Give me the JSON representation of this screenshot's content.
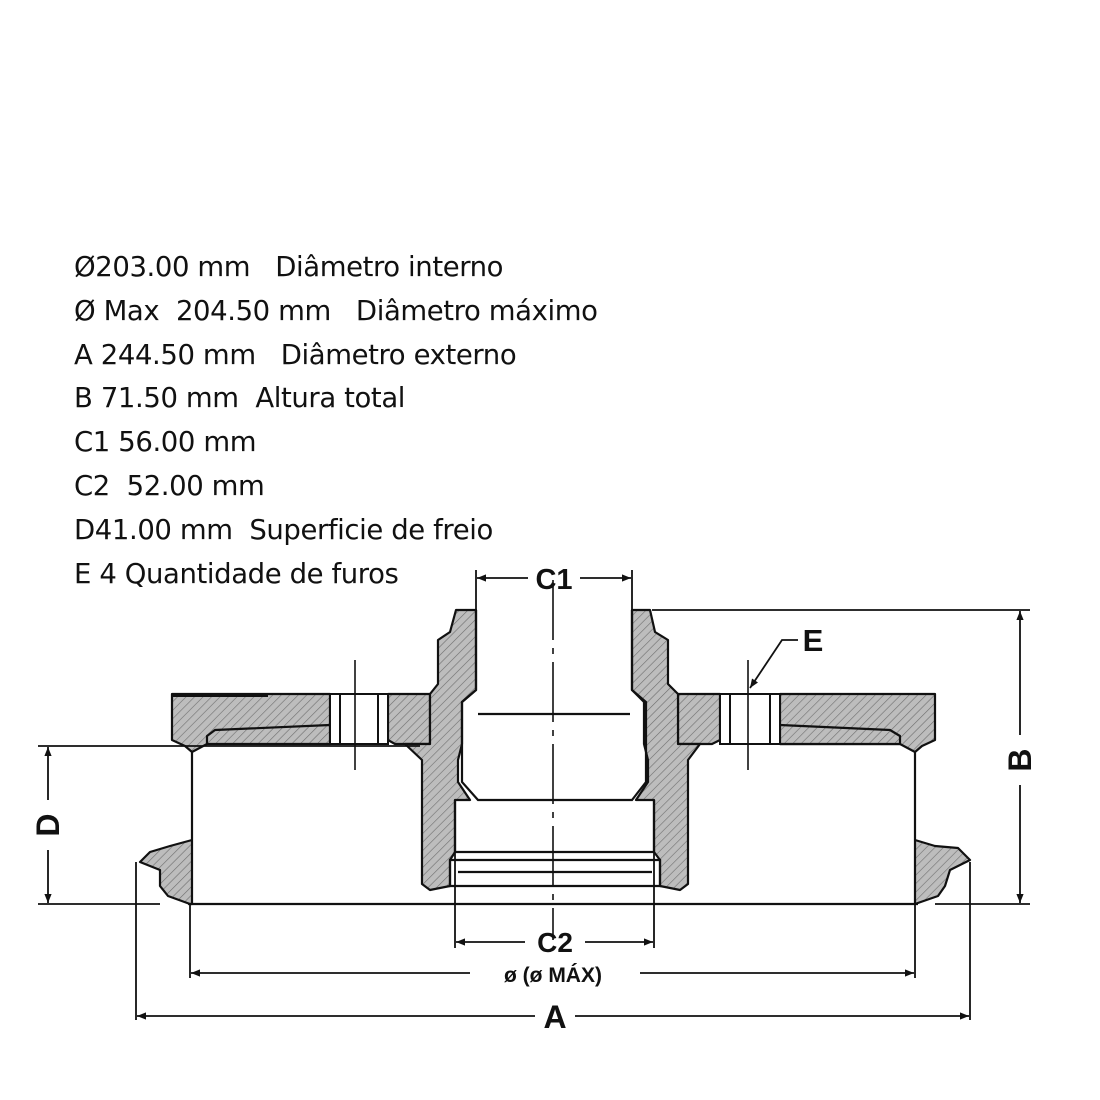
{
  "specs": [
    {
      "code": "Ø",
      "value": "203.00 mm",
      "description": "Diâmetro interno"
    },
    {
      "code": "Ø Max",
      "value": "204.50 mm",
      "description": "Diâmetro máximo"
    },
    {
      "code": "A",
      "value": "244.50 mm",
      "description": "Diâmetro externo"
    },
    {
      "code": "B",
      "value": "71.50 mm",
      "description": "Altura total"
    },
    {
      "code": "C1",
      "value": "56.00 mm",
      "description": ""
    },
    {
      "code": "C2",
      "value": "52.00 mm",
      "description": ""
    },
    {
      "code": "D",
      "value": "41.00 mm",
      "description": "Superficie de freio"
    },
    {
      "code": "E",
      "value": "4",
      "description": "Quantidade de furos"
    }
  ],
  "drawing_labels": {
    "c1": "C1",
    "c2": "C2",
    "e": "E",
    "b": "B",
    "d": "D",
    "a": "A",
    "diameter": "ø (ø MÁX)"
  },
  "colors": {
    "ink": "#111111",
    "section_fill": "#bdbdbd",
    "hatch": "#6e6e6e"
  }
}
